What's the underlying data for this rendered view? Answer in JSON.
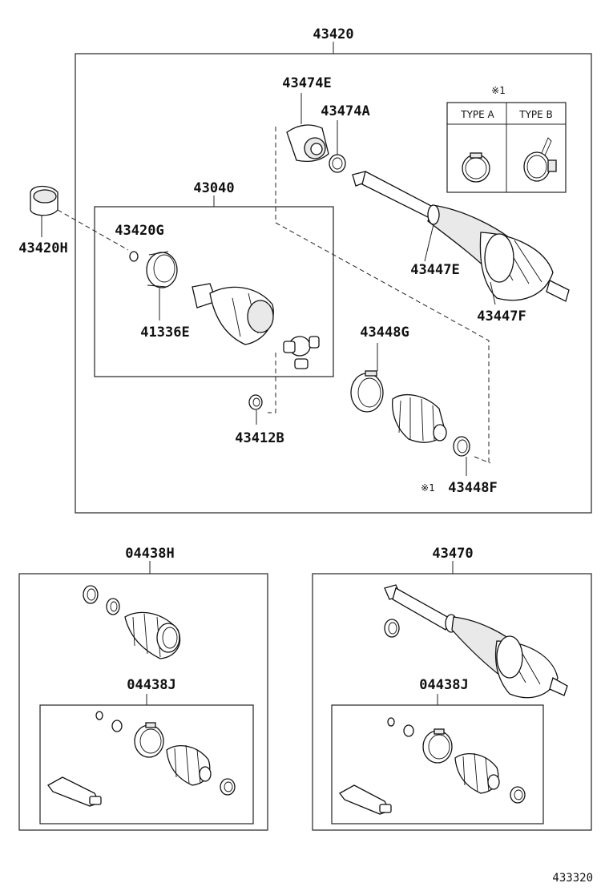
{
  "labels": {
    "assembly_main": "43420",
    "p43474E": "43474E",
    "p43474A": "43474A",
    "p43040": "43040",
    "p43420G": "43420G",
    "p43420H": "43420H",
    "p41336E": "41336E",
    "p43447E": "43447E",
    "p43447F": "43447F",
    "p43448G": "43448G",
    "p43412B": "43412B",
    "p43448F": "43448F",
    "p43448F_mark": "※1",
    "kit_04438H": "04438H",
    "kit_04438J_left": "04438J",
    "assembly_43470": "43470",
    "kit_04438J_right": "04438J",
    "diagram_ref": "433320"
  },
  "type_legend": {
    "mark": "※1",
    "type_a": "TYPE A",
    "type_b": "TYPE B"
  }
}
